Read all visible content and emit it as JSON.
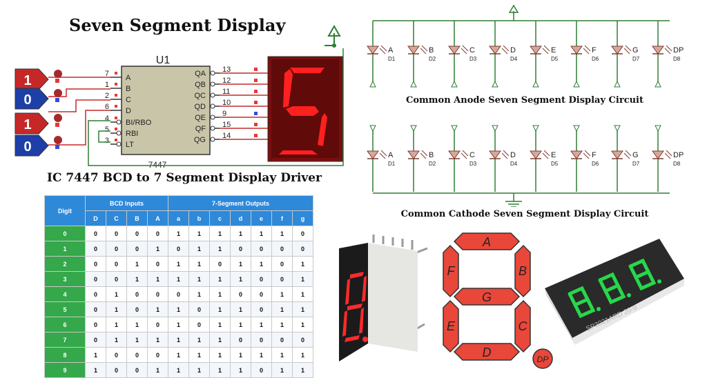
{
  "title": "Seven Segment Display",
  "driver_caption": "IC 7447 BCD to 7 Segment Display Driver",
  "anode_caption": "Common Anode Seven Segment Display Circuit",
  "cathode_caption": "Common Cathode Seven Segment Display Circuit",
  "ic": {
    "name": "U1",
    "part": "7447",
    "left_pins": [
      {
        "num": "7",
        "label": "A"
      },
      {
        "num": "1",
        "label": "B"
      },
      {
        "num": "2",
        "label": "C"
      },
      {
        "num": "6",
        "label": "D"
      },
      {
        "num": "4",
        "label": "BI/RBO"
      },
      {
        "num": "5",
        "label": "RBI"
      },
      {
        "num": "3",
        "label": "LT"
      }
    ],
    "right_pins": [
      {
        "num": "13",
        "label": "QA"
      },
      {
        "num": "12",
        "label": "QB"
      },
      {
        "num": "11",
        "label": "QC"
      },
      {
        "num": "10",
        "label": "QD"
      },
      {
        "num": "9",
        "label": "QE"
      },
      {
        "num": "15",
        "label": "QF"
      },
      {
        "num": "14",
        "label": "QG"
      }
    ]
  },
  "inputs": [
    {
      "value": "1",
      "color": "#c62828"
    },
    {
      "value": "0",
      "color": "#1e3fa8"
    },
    {
      "value": "1",
      "color": "#c62828"
    },
    {
      "value": "0",
      "color": "#1e3fa8"
    }
  ],
  "led_labels": [
    "A",
    "B",
    "C",
    "D",
    "E",
    "F",
    "G",
    "DP"
  ],
  "led_refs": [
    "D1",
    "D2",
    "D3",
    "D4",
    "D5",
    "D6",
    "D7",
    "D8"
  ],
  "segment_labels": [
    "A",
    "B",
    "C",
    "D",
    "E",
    "F",
    "G",
    "DP"
  ],
  "module_marking": "SP3021ARD 20-9",
  "colors": {
    "segment_red": "#e8473a",
    "segment_on": "#ff2a2a",
    "led_green": "#27d84a",
    "table_header": "#2f89d9",
    "table_digit": "#34a84a"
  },
  "truth_table": {
    "headers": {
      "digit": "Digit",
      "bcd": "BCD Inputs",
      "seg": "7-Segment Outputs"
    },
    "bcd_cols": [
      "D",
      "C",
      "B",
      "A"
    ],
    "seg_cols": [
      "a",
      "b",
      "c",
      "d",
      "e",
      "f",
      "g"
    ],
    "rows": [
      {
        "digit": "0",
        "bcd": [
          "0",
          "0",
          "0",
          "0"
        ],
        "seg": [
          "1",
          "1",
          "1",
          "1",
          "1",
          "1",
          "0"
        ]
      },
      {
        "digit": "1",
        "bcd": [
          "0",
          "0",
          "0",
          "1"
        ],
        "seg": [
          "0",
          "1",
          "1",
          "0",
          "0",
          "0",
          "0"
        ]
      },
      {
        "digit": "2",
        "bcd": [
          "0",
          "0",
          "1",
          "0"
        ],
        "seg": [
          "1",
          "1",
          "0",
          "1",
          "1",
          "0",
          "1"
        ]
      },
      {
        "digit": "3",
        "bcd": [
          "0",
          "0",
          "1",
          "1"
        ],
        "seg": [
          "1",
          "1",
          "1",
          "1",
          "0",
          "0",
          "1"
        ]
      },
      {
        "digit": "4",
        "bcd": [
          "0",
          "1",
          "0",
          "0"
        ],
        "seg": [
          "0",
          "1",
          "1",
          "0",
          "0",
          "1",
          "1"
        ]
      },
      {
        "digit": "5",
        "bcd": [
          "0",
          "1",
          "0",
          "1"
        ],
        "seg": [
          "1",
          "0",
          "1",
          "1",
          "0",
          "1",
          "1"
        ]
      },
      {
        "digit": "6",
        "bcd": [
          "0",
          "1",
          "1",
          "0"
        ],
        "seg": [
          "1",
          "0",
          "1",
          "1",
          "1",
          "1",
          "1"
        ]
      },
      {
        "digit": "7",
        "bcd": [
          "0",
          "1",
          "1",
          "1"
        ],
        "seg": [
          "1",
          "1",
          "1",
          "0",
          "0",
          "0",
          "0"
        ]
      },
      {
        "digit": "8",
        "bcd": [
          "1",
          "0",
          "0",
          "0"
        ],
        "seg": [
          "1",
          "1",
          "1",
          "1",
          "1",
          "1",
          "1"
        ]
      },
      {
        "digit": "9",
        "bcd": [
          "1",
          "0",
          "0",
          "1"
        ],
        "seg": [
          "1",
          "1",
          "1",
          "1",
          "0",
          "1",
          "1"
        ]
      }
    ]
  }
}
